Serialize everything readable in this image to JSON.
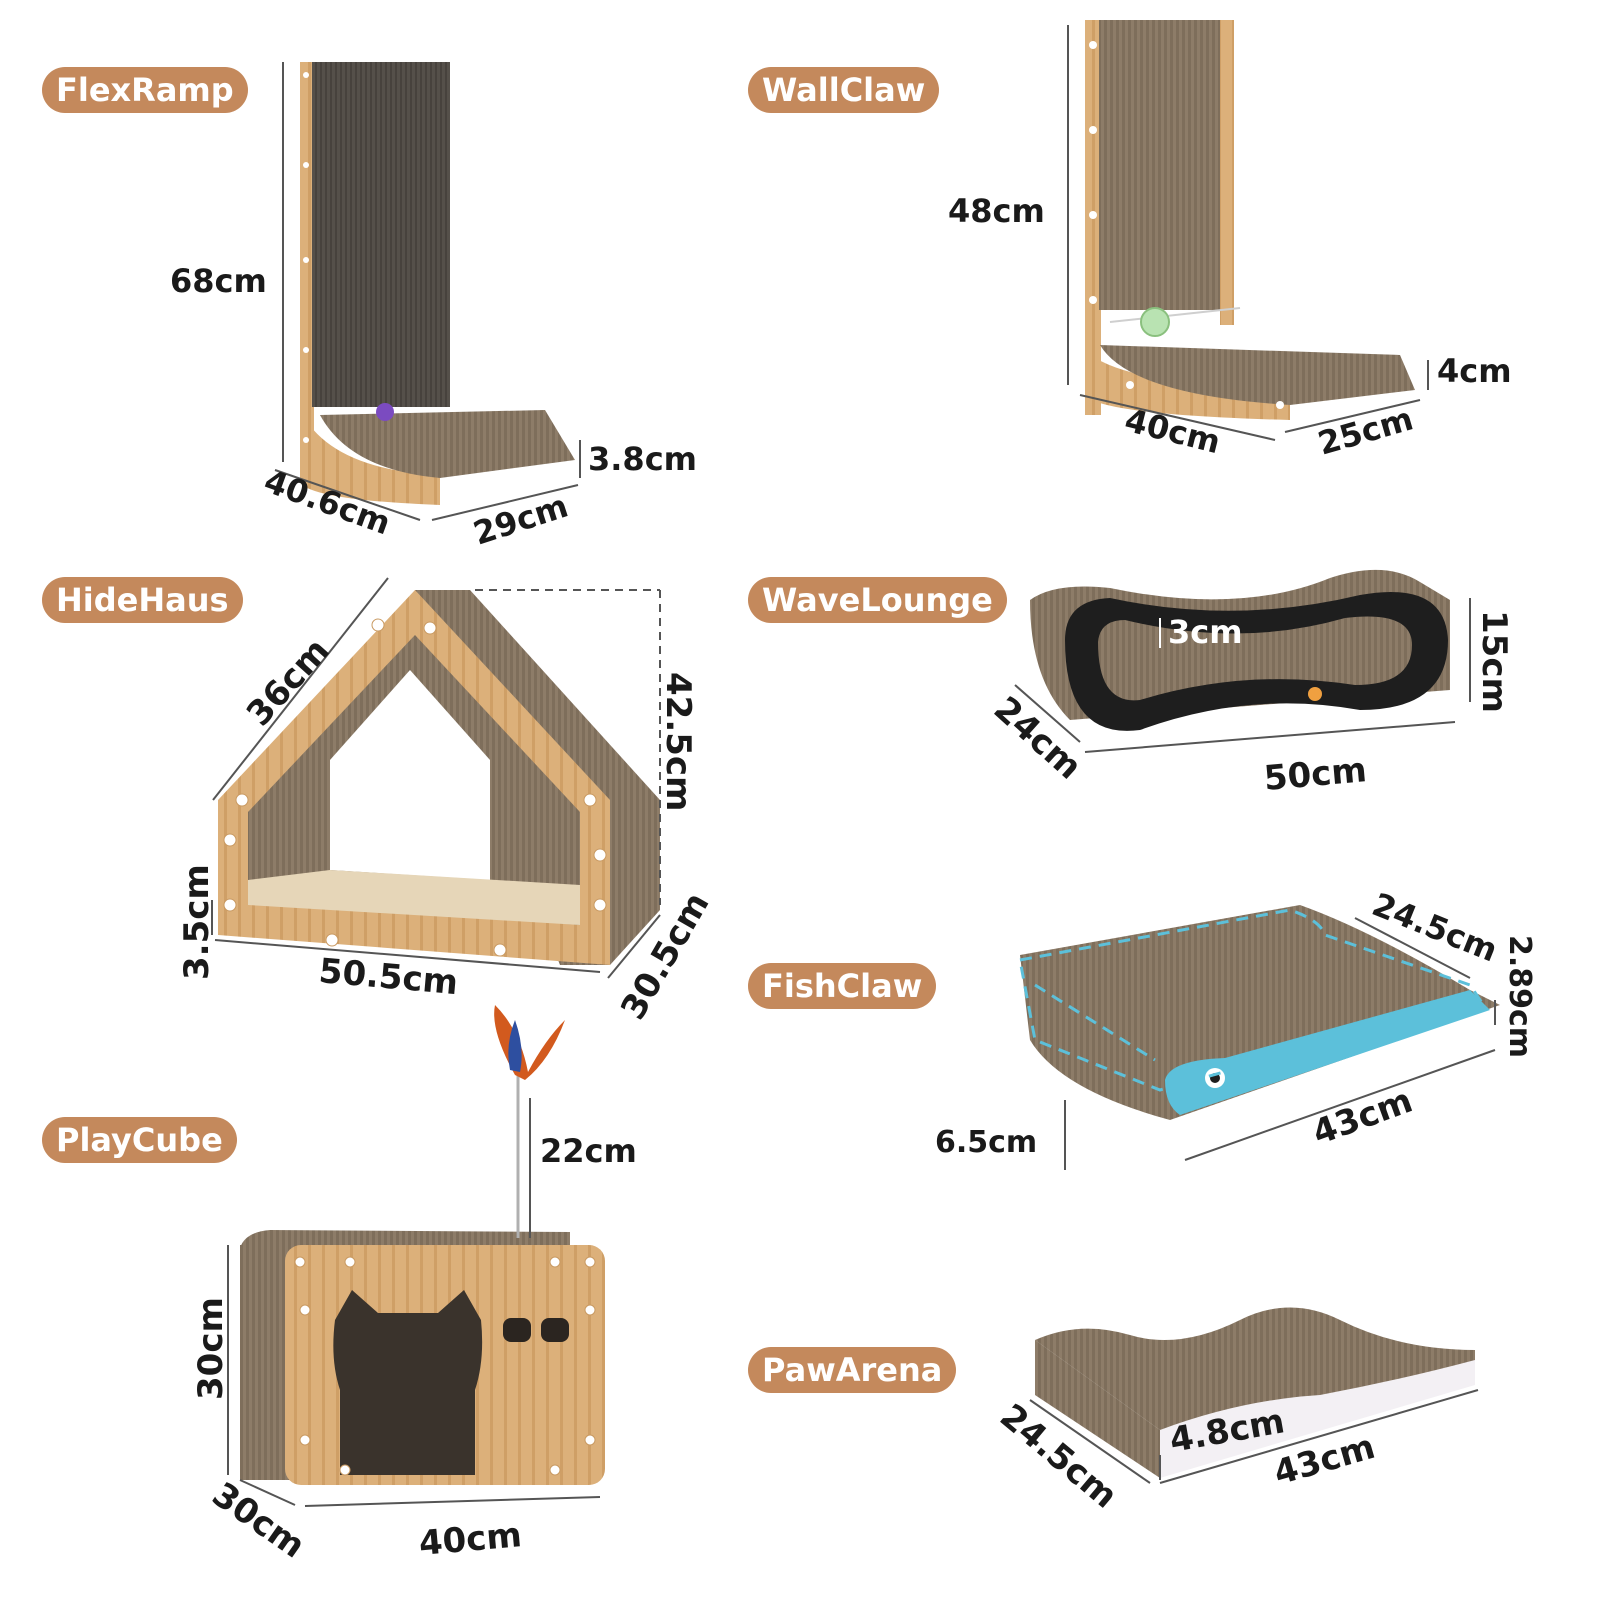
{
  "colors": {
    "label_bg": "#c4895c",
    "cardboard": "#8b7a66",
    "cardboard_dark": "#4e4740",
    "wood": "#d9ad74",
    "wood_dark": "#b98a52",
    "fish_blue": "#5cc0da",
    "wave_black": "#1e1e1e"
  },
  "products": [
    {
      "name": "FlexRamp",
      "dims": [
        "68cm",
        "3.8cm",
        "40.6cm",
        "29cm"
      ]
    },
    {
      "name": "WallClaw",
      "dims": [
        "48cm",
        "4cm",
        "40cm",
        "25cm"
      ]
    },
    {
      "name": "HideHaus",
      "dims": [
        "36cm",
        "42.5cm",
        "3.5cm",
        "50.5cm",
        "30.5cm"
      ]
    },
    {
      "name": "WaveLounge",
      "dims": [
        "3cm",
        "15cm",
        "24cm",
        "50cm"
      ]
    },
    {
      "name": "FishClaw",
      "dims": [
        "24.5cm",
        "2.89cm",
        "6.5cm",
        "43cm"
      ]
    },
    {
      "name": "PlayCube",
      "dims": [
        "22cm",
        "30cm",
        "30cm",
        "40cm"
      ]
    },
    {
      "name": "PawArena",
      "dims": [
        "24.5cm",
        "4.8cm",
        "43cm"
      ]
    }
  ]
}
